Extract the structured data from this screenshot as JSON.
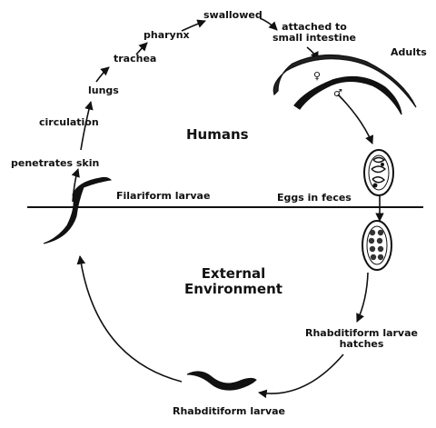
{
  "labels": {
    "swallowed": "swallowed",
    "pharynx": "pharynx",
    "attached_line1": "attached to",
    "attached_line2": "small intestine",
    "adults": "Adults",
    "trachea": "trachea",
    "lungs": "lungs",
    "circulation": "circulation",
    "penetrates_skin": "penetrates skin",
    "humans": "Humans",
    "filariform": "Filariform larvae",
    "eggs": "Eggs in feces",
    "external_line1": "External",
    "external_line2": "Environment",
    "rhabd_hatches_line1": "Rhabditiform larvae",
    "rhabd_hatches_line2": "hatches",
    "rhabd_bottom": "Rhabditiform larvae",
    "female_symbol": "♀",
    "male_symbol": "♂"
  },
  "colors": {
    "ink": "#111111",
    "background": "#ffffff"
  }
}
